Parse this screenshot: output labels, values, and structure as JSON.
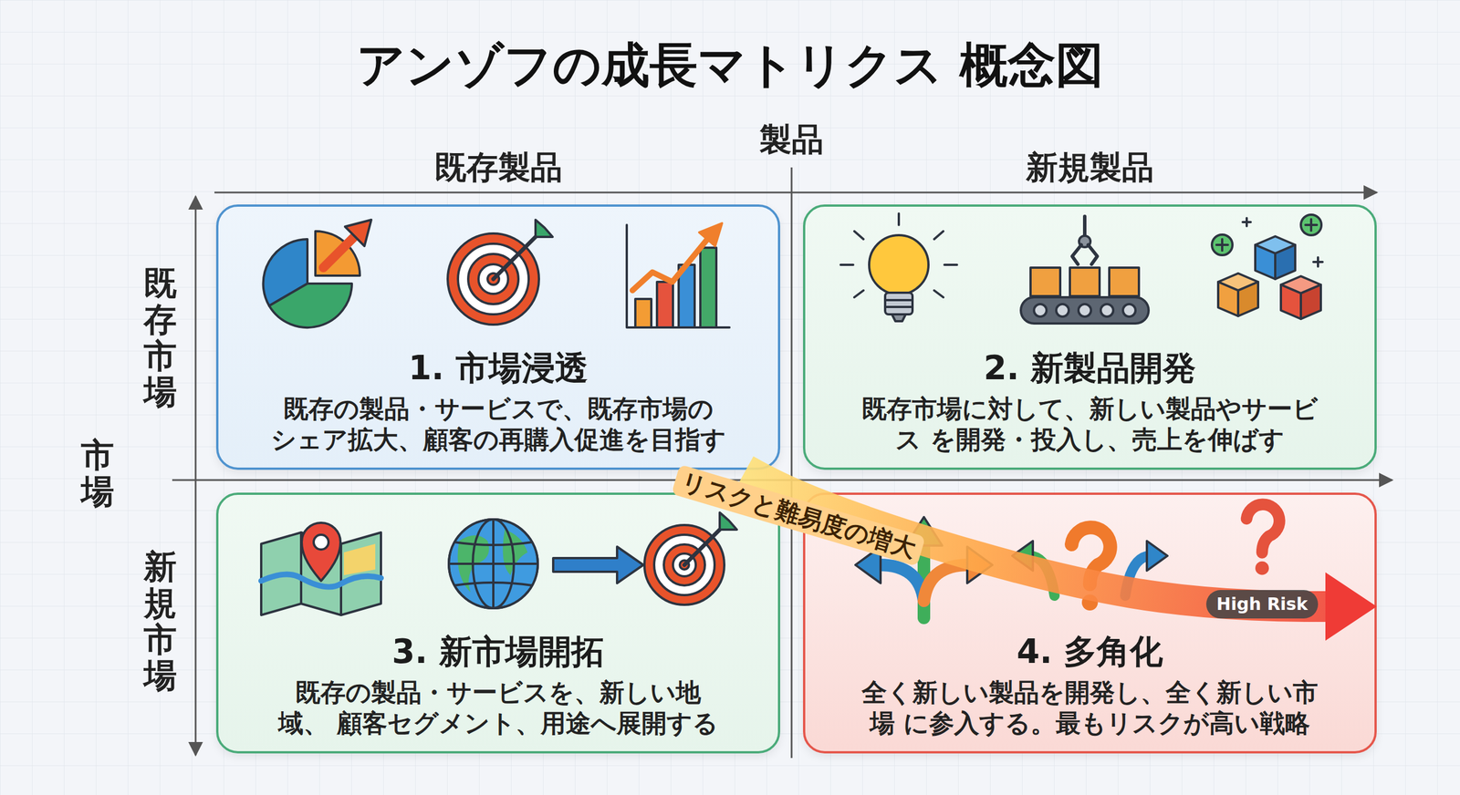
{
  "diagram": {
    "title": "アンゾフの成長マトリクス 概念図",
    "nodes": [
      {
        "text": [
          "1. 市場浸透",
          "既存の製品・サービスで、既存市場の シェア拡大、顧客の再購入促進を目指す"
        ]
      },
      {
        "text": [
          "2. 新製品開発",
          "既存市場に対して、新しい製品やサービス を開発・投入し、売上を伸ばす"
        ]
      },
      {
        "text": [
          "3. 新市場開拓",
          "既存の製品・サービスを、新しい地域、 顧客セグメント、用途へ展開する"
        ]
      },
      {
        "text": [
          "4. 多角化",
          "全く新しい製品を開発し、全く新しい市場 に参入する。最もリスクが高い戦略"
        ]
      }
    ],
    "edges": [
      {
        "from": 0,
        "to": 3,
        "arrow": "to",
        "label": "リスクと難易度の増大"
      }
    ],
    "labels": [
      "製品",
      "既存製品",
      "新規製品",
      "既存市場",
      "新規市場",
      "市場",
      "High Risk"
    ]
  }
}
